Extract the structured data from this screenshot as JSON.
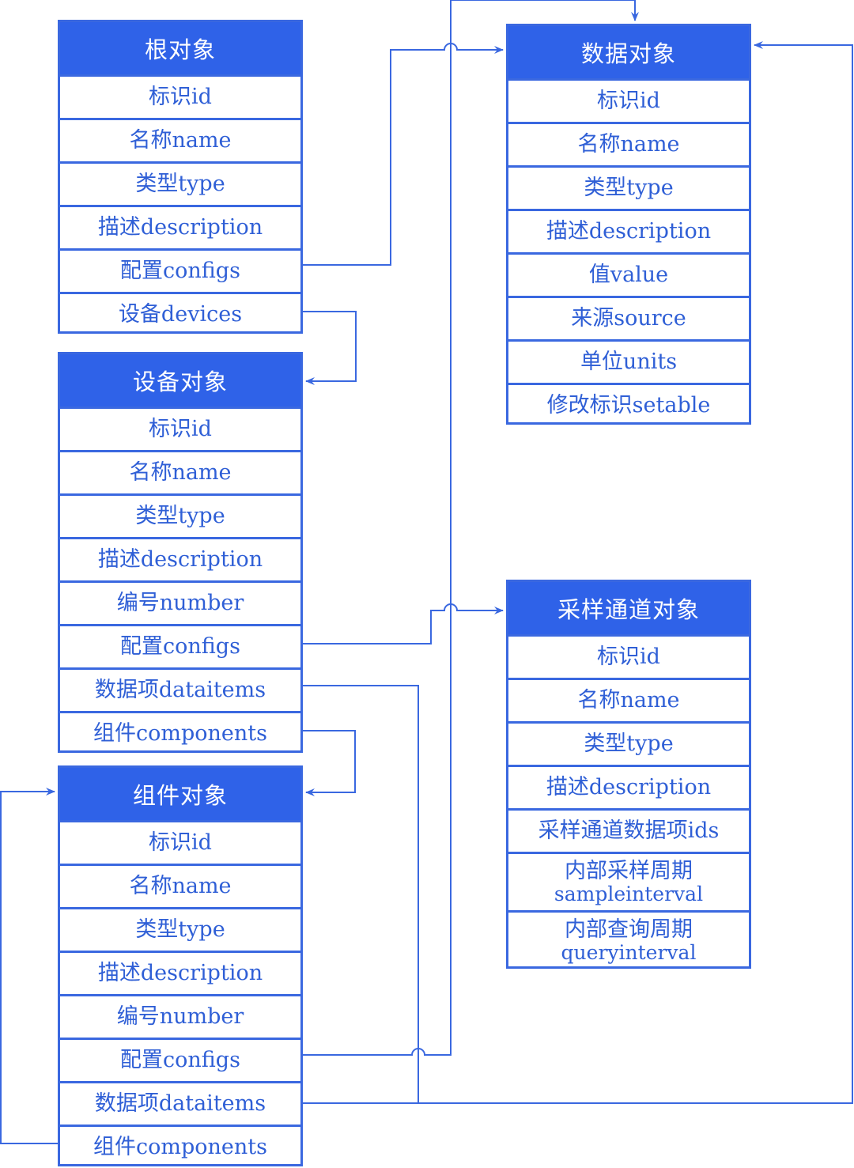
{
  "colors": {
    "line": "#3a68e0",
    "header_bg": "#2f62e8",
    "text": "#2f5fd6"
  },
  "boxes": {
    "root": {
      "title": "根对象",
      "fields": [
        "标识id",
        "名称name",
        "类型type",
        "描述description",
        "配置configs",
        "设备devices"
      ]
    },
    "device": {
      "title": "设备对象",
      "fields": [
        "标识id",
        "名称name",
        "类型type",
        "描述description",
        "编号number",
        "配置configs",
        "数据项dataitems",
        "组件components"
      ]
    },
    "component": {
      "title": "组件对象",
      "fields": [
        "标识id",
        "名称name",
        "类型type",
        "描述description",
        "编号number",
        "配置configs",
        "数据项dataitems",
        "组件components"
      ]
    },
    "data": {
      "title": "数据对象",
      "fields": [
        "标识id",
        "名称name",
        "类型type",
        "描述description",
        "值value",
        "来源source",
        "单位units",
        "修改标识setable"
      ]
    },
    "channel": {
      "title": "采样通道对象",
      "fields": [
        "标识id",
        "名称name",
        "类型type",
        "描述description",
        "采样通道数据项ids"
      ],
      "multi_fields": [
        {
          "main": "内部采样周期",
          "sub": "sampleinterval"
        },
        {
          "main": "内部查询周期",
          "sub": "queryinterval"
        }
      ]
    }
  }
}
